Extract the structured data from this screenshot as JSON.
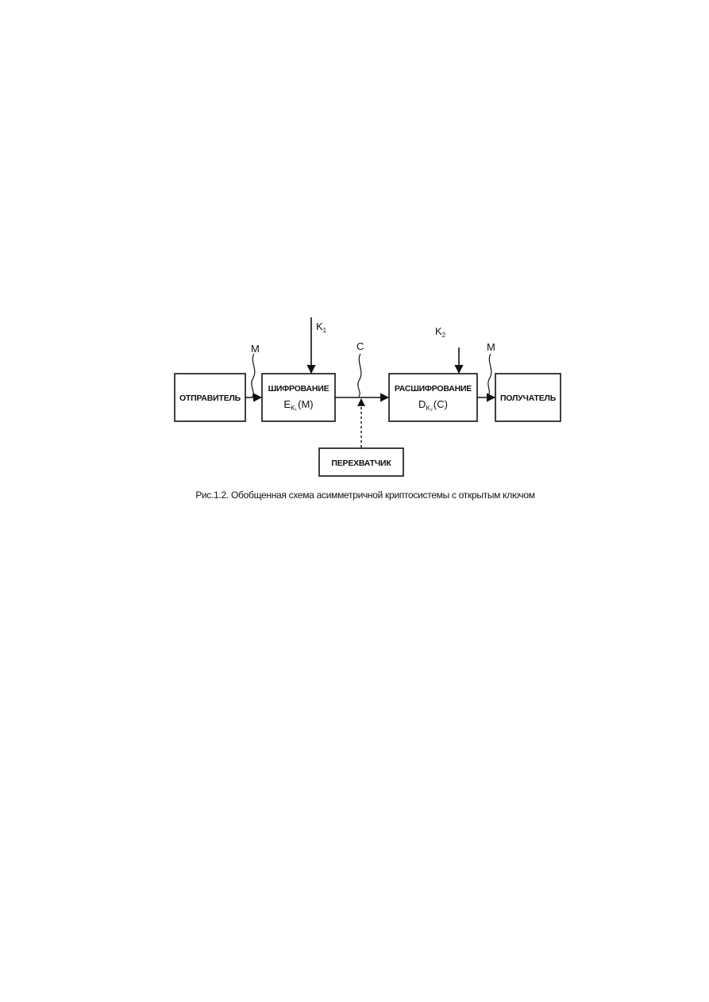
{
  "diagram": {
    "nodes": {
      "sender": "ОТПРАВИТЕЛЬ",
      "encrypt": {
        "title": "ШИФРОВАНИЕ",
        "func": "E",
        "key_sub": "K₁",
        "arg": "(M)"
      },
      "decrypt": {
        "title": "РАСШИФРОВАНИЕ",
        "func": "D",
        "key_sub": "K₂",
        "arg": "(C)"
      },
      "receiver": "ПОЛУЧАТЕЛЬ",
      "interceptor": "ПЕРЕХВАТЧИК"
    },
    "labels": {
      "key1": {
        "base": "K",
        "sub": "1"
      },
      "key2": {
        "base": "K",
        "sub": "2"
      },
      "message_in": "M",
      "ciphertext": "C",
      "message_out": "M"
    },
    "caption": "Рис.1.2. Обобщенная схема асимметричной криптосистемы с открытым ключом"
  }
}
